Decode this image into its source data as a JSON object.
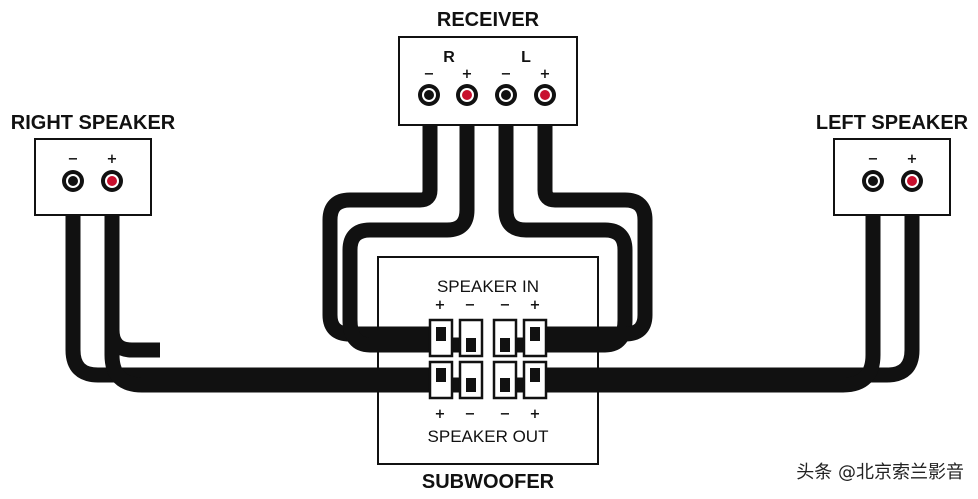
{
  "receiver": {
    "title": "RECEIVER",
    "channel_right": "R",
    "channel_left": "L",
    "signs": [
      "−",
      "+",
      "−",
      "+"
    ]
  },
  "right_speaker": {
    "title": "RIGHT SPEAKER",
    "signs": [
      "−",
      "+"
    ]
  },
  "left_speaker": {
    "title": "LEFT SPEAKER",
    "signs": [
      "−",
      "+"
    ]
  },
  "subwoofer": {
    "title": "SUBWOOFER",
    "speaker_in_label": "SPEAKER IN",
    "speaker_out_label": "SPEAKER OUT",
    "in_signs": [
      "+",
      "−",
      "−",
      "+"
    ],
    "out_signs": [
      "+",
      "−",
      "−",
      "+"
    ]
  },
  "colors": {
    "positive_terminal": "#c8102e",
    "negative_terminal": "#111111",
    "wire": "#111111"
  },
  "watermark": "头条 @北京索兰影音"
}
